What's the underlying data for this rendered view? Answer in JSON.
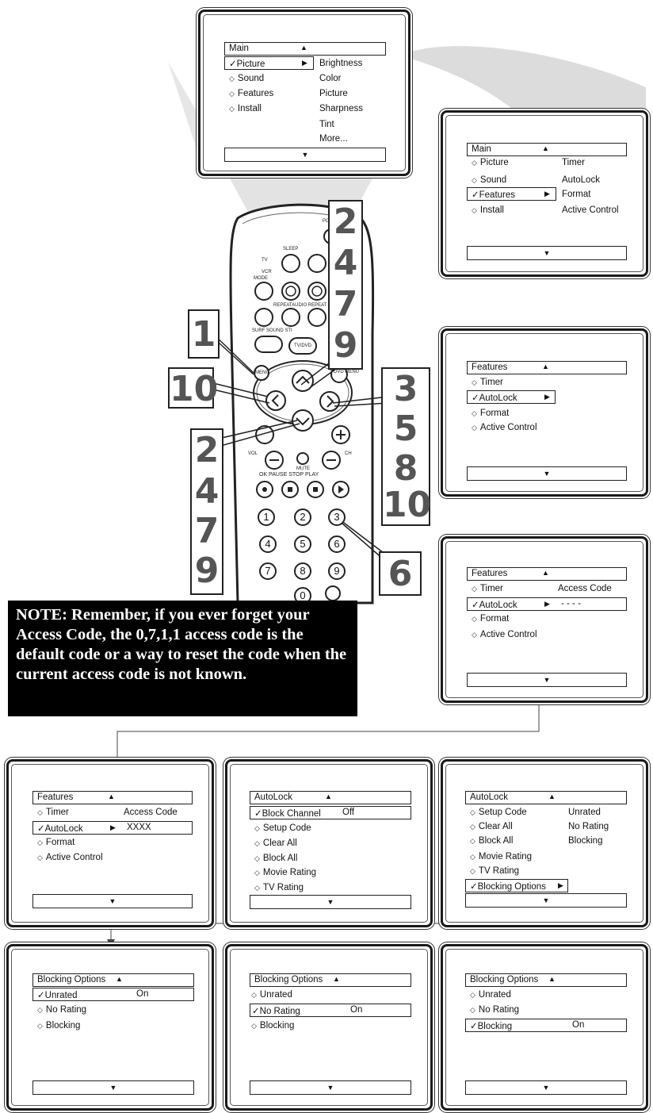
{
  "note": "NOTE: Remember, if you ever forget your Access Code, the 0,7,1,1 access code is the default code or a way to reset the code when the current access code is not known.",
  "steps": {
    "s1": "1",
    "s2a": "2",
    "s4a": "4",
    "s7a": "7",
    "s9a": "9",
    "s10a": "10",
    "s3": "3",
    "s5": "5",
    "s8": "8",
    "s10b": "10",
    "s2b": "2",
    "s4b": "4",
    "s7b": "7",
    "s9b": "9",
    "s6": "6"
  },
  "remote": {
    "labels": {
      "sleep": "SLEEP",
      "tv": "TV",
      "vcr": "VCR",
      "mode": "MODE",
      "repeat": "REPEATAUDIO REPEAT A-B",
      "surf": "SURF SOUND STI",
      "tvdvd": "TV/DVD",
      "menu": "MENU",
      "dvd": "DVD MENU",
      "vol": "VOL",
      "ch": "CH",
      "mute": "MUTE",
      "transport": "OK PAUSE STOP PLAY"
    },
    "numbers": [
      "1",
      "2",
      "3",
      "4",
      "5",
      "6",
      "7",
      "8",
      "9",
      "0"
    ]
  },
  "screens": {
    "main_picture": {
      "header": "Main",
      "items": [
        "Picture",
        "Sound",
        "Features",
        "Install"
      ],
      "selected": "Picture",
      "submenu": [
        "Brightness",
        "Color",
        "Picture",
        "Sharpness",
        "Tint",
        "More..."
      ]
    },
    "main_features": {
      "header": "Main",
      "items": [
        "Picture",
        "Sound",
        "Features",
        "Install"
      ],
      "selected": "Features",
      "submenu": [
        "Timer",
        "AutoLock",
        "Format",
        "Active Control"
      ]
    },
    "features_autolock": {
      "header": "Features",
      "items": [
        "Timer",
        "AutoLock",
        "Format",
        "Active Control"
      ],
      "selected": "AutoLock"
    },
    "features_code_entry": {
      "header": "Features",
      "items": [
        "Timer",
        "AutoLock",
        "Format",
        "Active Control"
      ],
      "selected": "AutoLock",
      "side_label": "Access Code",
      "code": "- - - -"
    },
    "features_code_xxxx": {
      "header": "Features",
      "items": [
        "Timer",
        "AutoLock",
        "Format",
        "Active Control"
      ],
      "selected": "AutoLock",
      "side_label": "Access Code",
      "code": "XXXX"
    },
    "autolock_block": {
      "header": "AutoLock",
      "items": [
        "Block Channel",
        "Setup Code",
        "Clear All",
        "Block All",
        "Movie Rating",
        "TV Rating"
      ],
      "selected": "Block Channel",
      "value": "Off"
    },
    "autolock_options": {
      "header": "AutoLock",
      "items": [
        "Setup Code",
        "Clear All",
        "Block All",
        "Movie Rating",
        "TV Rating",
        "Blocking Options"
      ],
      "selected": "Blocking Options",
      "submenu": [
        "Unrated",
        "No Rating",
        "Blocking"
      ]
    },
    "blocking_unrated": {
      "header": "Blocking Options",
      "items": [
        "Unrated",
        "No Rating",
        "Blocking"
      ],
      "selected": "Unrated",
      "value": "On"
    },
    "blocking_norating": {
      "header": "Blocking Options",
      "items": [
        "Unrated",
        "No Rating",
        "Blocking"
      ],
      "selected": "No Rating",
      "value": "On"
    },
    "blocking_blocking": {
      "header": "Blocking Options",
      "items": [
        "Unrated",
        "No Rating",
        "Blocking"
      ],
      "selected": "Blocking",
      "value": "On"
    }
  }
}
